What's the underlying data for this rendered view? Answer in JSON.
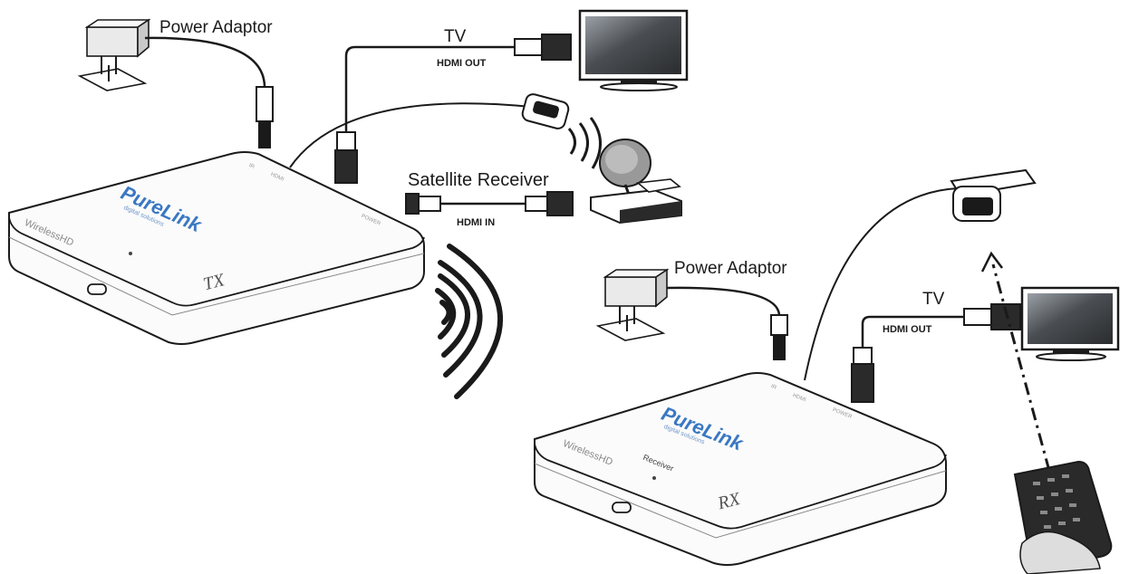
{
  "labels": {
    "power_adaptor_tx": "Power Adaptor",
    "tv_tx": "TV",
    "hdmi_out_tx": "HDMI OUT",
    "satellite_receiver": "Satellite Receiver",
    "hdmi_in": "HDMI IN",
    "power_adaptor_rx": "Power Adaptor",
    "tv_rx": "TV",
    "hdmi_out_rx": "HDMI OUT"
  },
  "tx_device": {
    "brand": "PureLink",
    "brand_sub": "digital solutions",
    "model": "WirelessHD",
    "code": "TX",
    "port_ir": "IR",
    "port_hdmi": "HDMI",
    "port_power": "POWER"
  },
  "rx_device": {
    "brand": "PureLink",
    "brand_sub": "digital solutions",
    "model": "WirelessHD",
    "code": "RX",
    "status": "Receiver",
    "port_ir": "IR",
    "port_hdmi": "HDMI",
    "port_power": "POWER"
  },
  "colors": {
    "outline": "#1a1a1a",
    "device_fill": "#fbfbfb",
    "brand": "#3a78c2",
    "screen": "#4a4e52"
  },
  "icons": {
    "adaptor": "power-adaptor-icon",
    "tv": "tv-icon",
    "satellite": "satellite-dish-icon",
    "ir_receiver": "ir-receiver-icon",
    "remote": "remote-control-icon",
    "wireless": "wireless-waves-icon"
  }
}
